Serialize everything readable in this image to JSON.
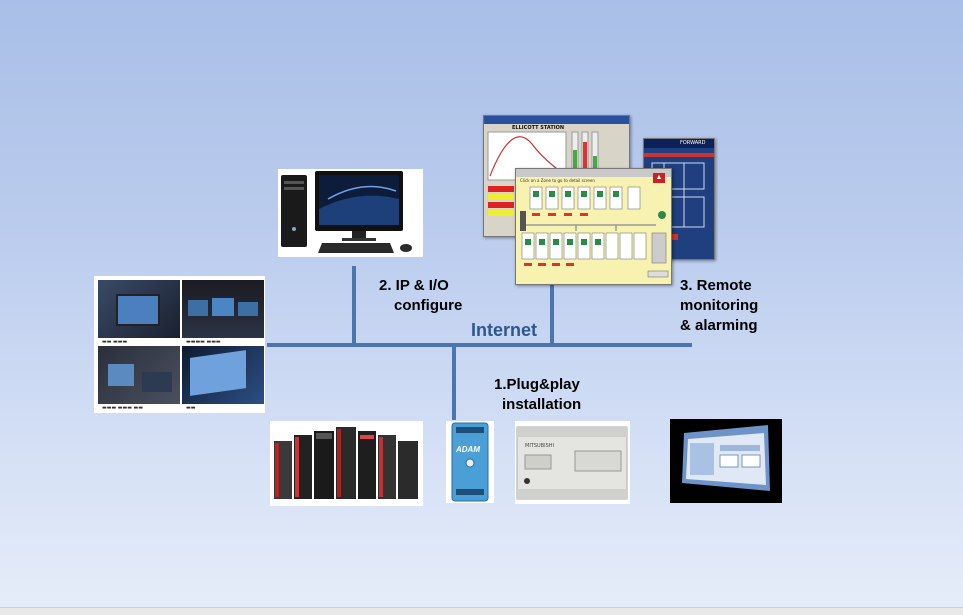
{
  "labels": {
    "step2_line1": "2. IP & I/O",
    "step2_line2": "configure",
    "internet": "Internet",
    "step3_line1": "3. Remote",
    "step3_line2": "monitoring",
    "step3_line3": "& alarming",
    "step1_line1": "1.Plug&play",
    "step1_line2": "installation"
  },
  "hmi": {
    "front_title": "Click on a Zone to go to detail screen",
    "back_title": "ELLICOTT STATION",
    "right_title": "FORWARD"
  },
  "devices": {
    "adam_logo": "ADAM",
    "plc_brand": "MITSUBISHI"
  },
  "colors": {
    "bus": "#4c74ae",
    "internet_text": "#2f578f"
  }
}
